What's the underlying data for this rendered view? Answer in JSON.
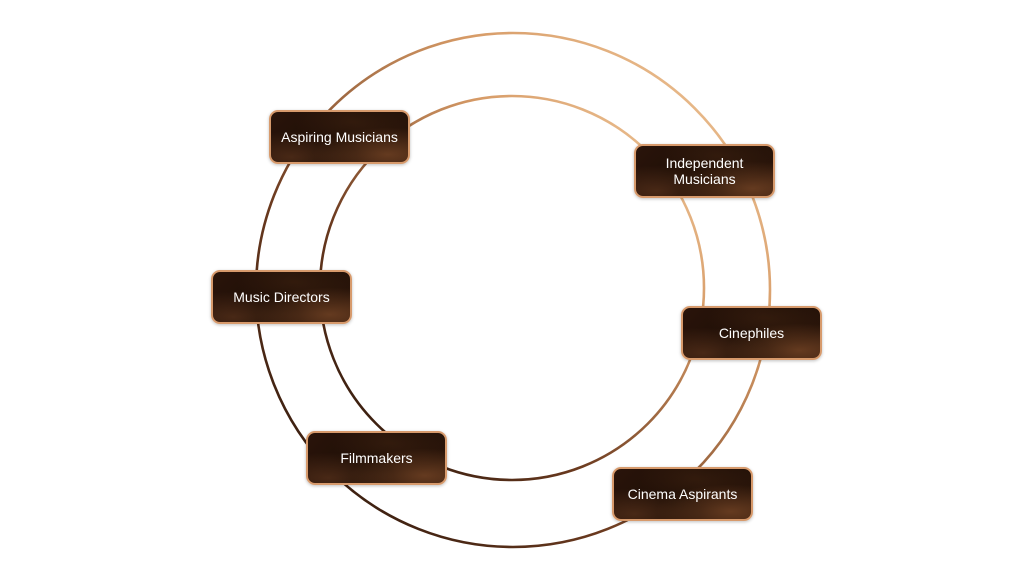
{
  "diagram": {
    "nodes": [
      {
        "id": "aspiring-musicians",
        "label": "Aspiring Musicians"
      },
      {
        "id": "independent-musicians",
        "label": "Independent Musicians"
      },
      {
        "id": "music-directors",
        "label": "Music Directors"
      },
      {
        "id": "cinephiles",
        "label": "Cinephiles"
      },
      {
        "id": "filmmakers",
        "label": "Filmmakers"
      },
      {
        "id": "cinema-aspirants",
        "label": "Cinema Aspirants"
      }
    ],
    "colors": {
      "ring_light": "#f2c79a",
      "ring_dark": "#2a150b",
      "tag_border": "#d79a6c",
      "tag_fill": "#1d0e06",
      "tag_text": "#ffffff"
    }
  }
}
